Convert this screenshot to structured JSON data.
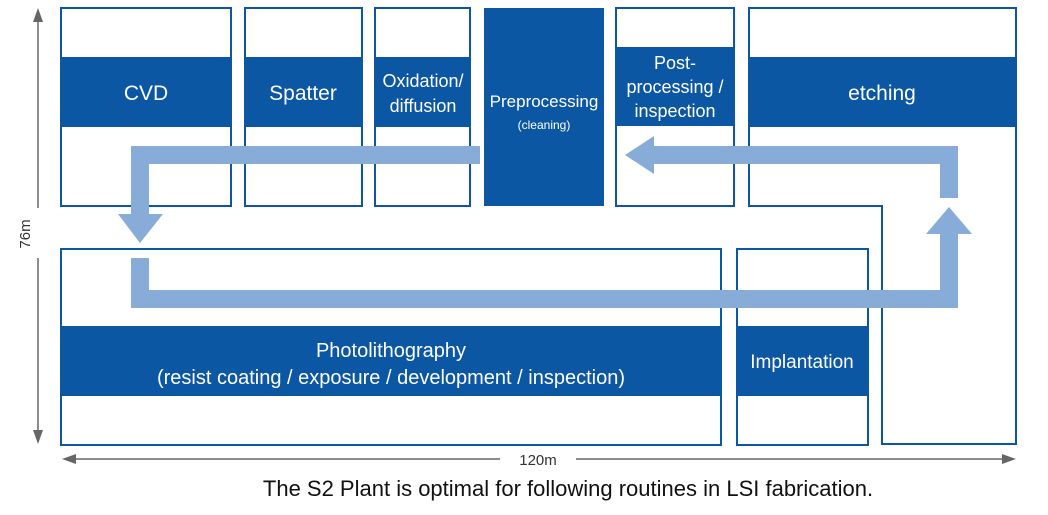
{
  "colors": {
    "primary_blue": "#0b57a4",
    "arrow_blue": "#87acd8",
    "dimension_gray": "#666666",
    "text_white": "#ffffff"
  },
  "rooms": {
    "cvd": {
      "label": "CVD"
    },
    "spatter": {
      "label": "Spatter"
    },
    "oxidation": {
      "line1": "Oxidation/",
      "line2": "diffusion"
    },
    "preprocessing": {
      "line1": "Preprocessing",
      "line2": "(cleaning)"
    },
    "postprocessing": {
      "line1": "Post-",
      "line2": "processing /",
      "line3": "inspection"
    },
    "etching": {
      "label": "etching"
    },
    "photolithography": {
      "line1": "Photolithography",
      "line2": "(resist coating / exposure / development / inspection)"
    },
    "implantation": {
      "label": "Implantation"
    }
  },
  "dimensions": {
    "width_label": "120m",
    "height_label": "76m"
  },
  "caption": "The S2 Plant is optimal for following routines in LSI fabrication."
}
